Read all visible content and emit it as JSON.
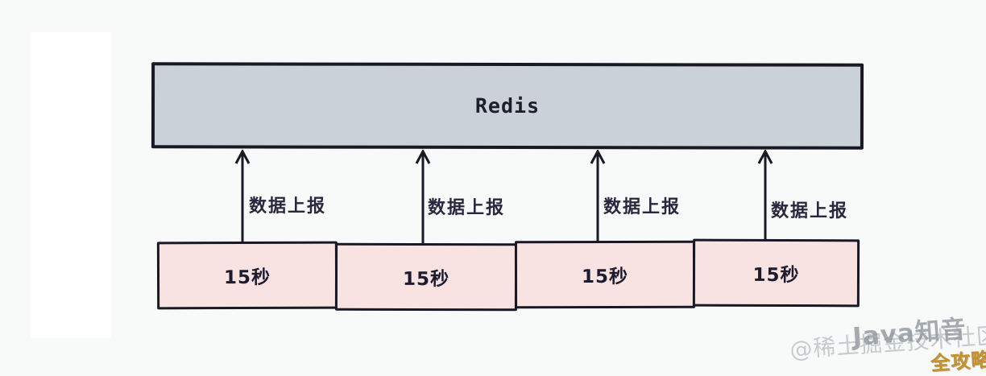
{
  "colors": {
    "canvasBg": "#f8fafa",
    "panelWhite": "#ffffff",
    "ink": "#191825",
    "redisFill": "#cbd1d9",
    "slotFill": "#f8e3e2",
    "wmGray": "#8a9097",
    "wmLight": "#a6abb0",
    "wmGold": "#c3922e"
  },
  "diagram": {
    "redis": {
      "label": "Redis"
    },
    "flows": [
      {
        "label": "数据上报"
      },
      {
        "label": "数据上报"
      },
      {
        "label": "数据上报"
      },
      {
        "label": "数据上报"
      }
    ],
    "slots": [
      {
        "label": "15秒"
      },
      {
        "label": "15秒"
      },
      {
        "label": "15秒"
      },
      {
        "label": "15秒"
      }
    ]
  },
  "watermarks": {
    "java_zhiyin": "Java知音",
    "juejin_community": "@稀土掘金技术社区",
    "quangonglue": "全攻略"
  }
}
